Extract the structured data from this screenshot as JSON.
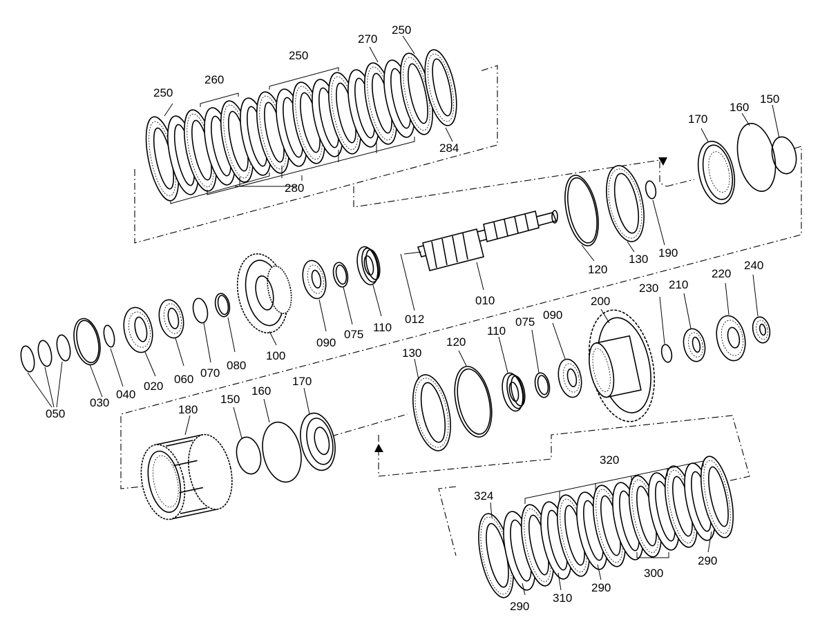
{
  "labels": {
    "l250a": "250",
    "l260": "260",
    "l250b": "250",
    "l270": "270",
    "l250c": "250",
    "l284": "284",
    "l280": "280",
    "l170a": "170",
    "l160a": "160",
    "l150a": "150",
    "l120a": "120",
    "l130a": "130",
    "l190": "190",
    "l010": "010",
    "l012": "012",
    "l110a": "110",
    "l075a": "075",
    "l090a": "090",
    "l100": "100",
    "l080": "080",
    "l070": "070",
    "l060": "060",
    "l020": "020",
    "l040": "040",
    "l030": "030",
    "l050": "050",
    "l200": "200",
    "l230": "230",
    "l210": "210",
    "l220": "220",
    "l240": "240",
    "l090b": "090",
    "l075b": "075",
    "l110b": "110",
    "l120b": "120",
    "l130b": "130",
    "l170b": "170",
    "l160b": "160",
    "l150b": "150",
    "l180": "180",
    "l320": "320",
    "l324": "324",
    "l290a": "290",
    "l310": "310",
    "l290b": "290",
    "l300": "300",
    "l290c": "290"
  }
}
